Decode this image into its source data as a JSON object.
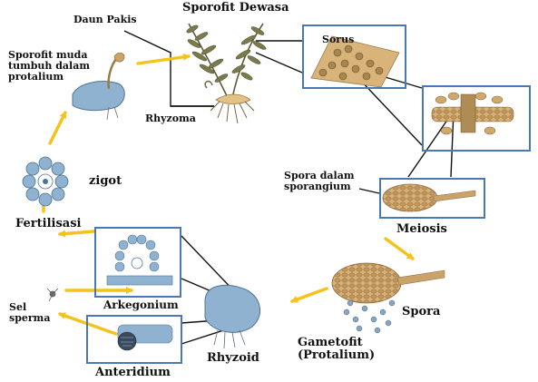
{
  "labels": {
    "daun_pakis": "Daun Pakis",
    "sporofit_dewasa": "Sporofit Dewasa",
    "sorus": "Sorus",
    "sporofit_muda": "Sporofit muda\ntumbuh dalam\nprotalium",
    "rhyzoma": "Rhyzoma",
    "zigot": "zigot",
    "spora_dalam_sporangium": "Spora dalam\nsporangium",
    "meiosis": "Meiosis",
    "fertilisasi": "Fertilisasi",
    "arkegonium": "Arkegonium",
    "sel_sperma": "Sel\nsperma",
    "spora": "Spora",
    "gametofit": "Gametofit\n(Protalium)",
    "rhyzoid": "Rhyzoid",
    "anteridium": "Anteridium"
  },
  "colors": {
    "arrow": "#f6c21a",
    "frame": "#4a78b5",
    "protalium": "#8fb2d0",
    "fern": "#6b6b45",
    "sorus_tissue": "#c9a36a"
  }
}
